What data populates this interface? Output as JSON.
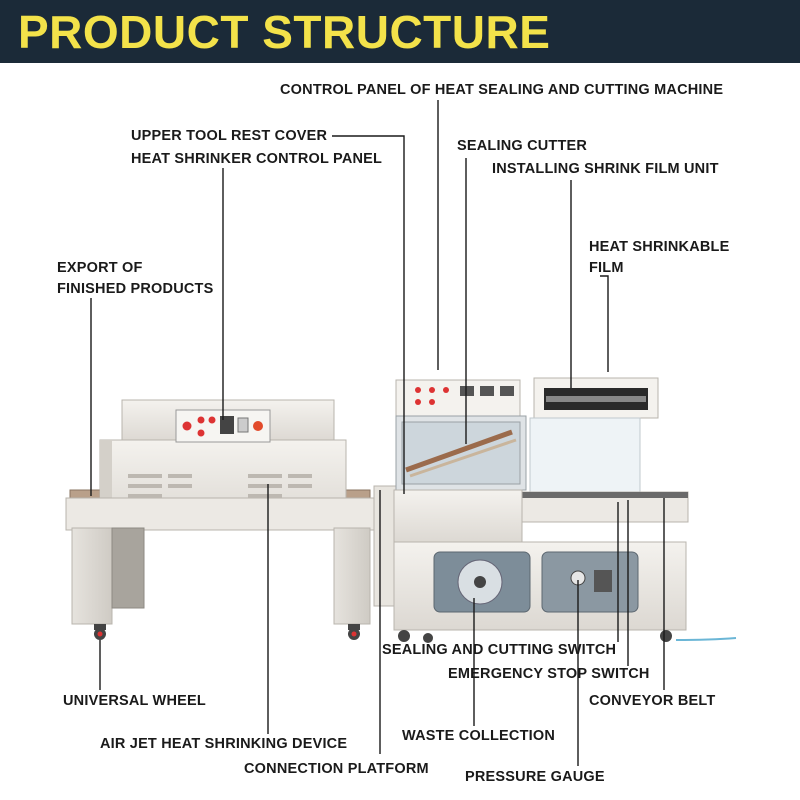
{
  "header": {
    "title": "PRODUCT STRUCTURE"
  },
  "colors": {
    "banner": "#1b2a38",
    "title": "#f3e24a",
    "machine": "#ece9e4",
    "leader_line": "#1a1a1a"
  },
  "labels": {
    "control_panel_sealing": "CONTROL PANEL OF HEAT SEALING AND CUTTING MACHINE",
    "upper_tool_rest_cover": "UPPER TOOL REST COVER",
    "heat_shrinker_control_panel": "HEAT SHRINKER CONTROL PANEL",
    "sealing_cutter": "SEALING CUTTER",
    "installing_shrink_film_unit": "INSTALLING SHRINK FILM UNIT",
    "heat_shrinkable_film_1": "HEAT SHRINKABLE",
    "heat_shrinkable_film_2": "FILM",
    "export_finished_1": "EXPORT OF",
    "export_finished_2": "FINISHED PRODUCTS",
    "sealing_cutting_switch": "SEALING AND CUTTING SWITCH",
    "emergency_stop_switch": "EMERGENCY STOP SWITCH",
    "conveyor_belt": "CONVEYOR BELT",
    "universal_wheel": "UNIVERSAL WHEEL",
    "waste_collection": "WASTE COLLECTION",
    "air_jet_device": "AIR JET HEAT SHRINKING DEVICE",
    "connection_platform": "CONNECTION PLATFORM",
    "pressure_gauge": "PRESSURE GAUGE"
  }
}
